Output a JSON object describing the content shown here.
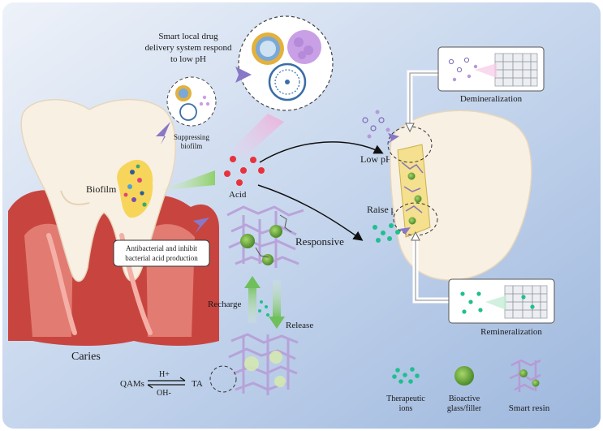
{
  "labels": {
    "smart_drug_line1": "Smart local drug",
    "smart_drug_line2": "delivery system respond",
    "smart_drug_line3": "to low pH",
    "suppressing_line1": "Suppressing",
    "suppressing_line2": "biofilm",
    "biofilm": "Biofilm",
    "acid": "Acid",
    "low_ph": "Low pH",
    "raise_ph": "Raise pH",
    "responsive": "Responsive",
    "antibacterial_line1": "Antibacterial and inhibit",
    "antibacterial_line2": "bacterial acid production",
    "recharge": "Recharge",
    "release": "Release",
    "caries": "Caries",
    "demineralization": "Demineralization",
    "remineralization": "Remineralization",
    "qams": "QAMs",
    "h_plus": "H+",
    "oh_minus": "OH-",
    "ta": "TA"
  },
  "legend": {
    "therapeutic_line1": "Therapeutic",
    "therapeutic_line2": "ions",
    "bioactive_line1": "Bioactive",
    "bioactive_line2": "glass/filler",
    "smart_resin": "Smart resin"
  },
  "colors": {
    "background_top": "#dde6f3",
    "background_bottom": "#9fb9de",
    "acid_dot": "#e8323c",
    "ion_dot": "#1fbf8f",
    "gum": "#c8453f",
    "tooth": "#f7efe2",
    "resin": "#b69ad6",
    "filler": "#6ea43a",
    "arrow_purple": "#8878c6",
    "arrow_green": "#8fcf8a"
  },
  "icons": {
    "nanoparticles": "nanoparticle-cluster-icon",
    "tooth": "tooth-icon",
    "lattice": "hydroxyapatite-lattice-icon"
  }
}
